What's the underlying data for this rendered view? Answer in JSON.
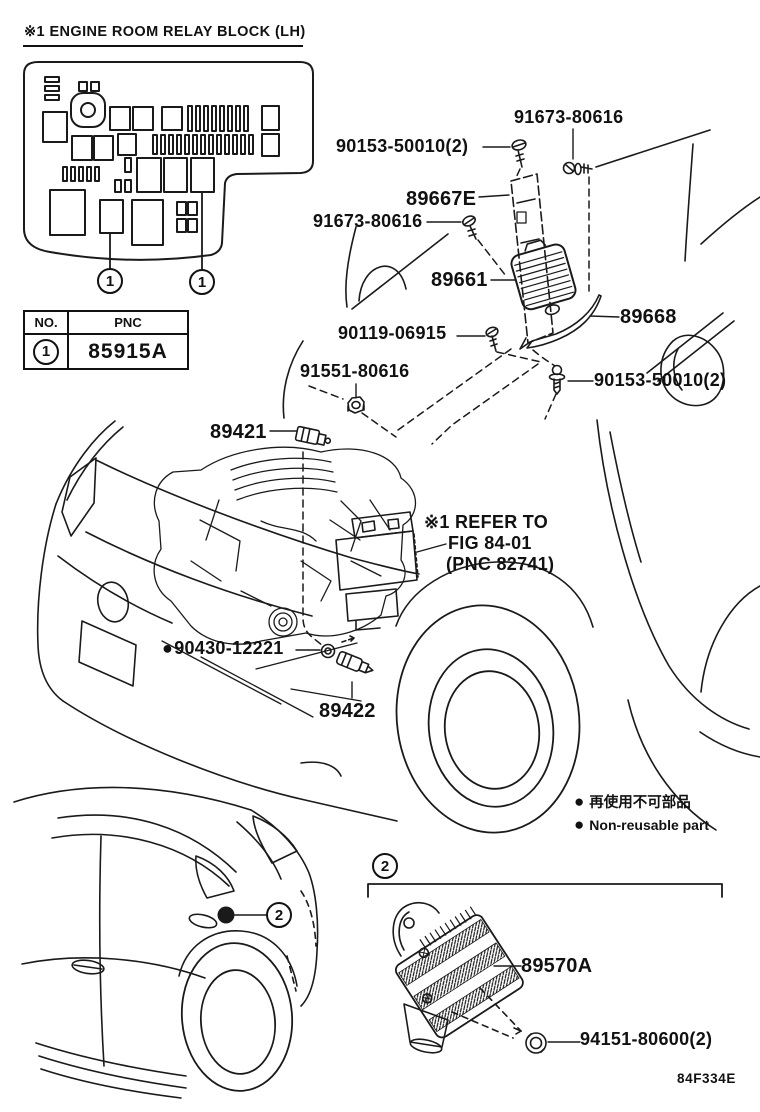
{
  "page": {
    "background": "#ffffff",
    "line_color": "#1a1a1a"
  },
  "title": {
    "text": "※1 ENGINE ROOM RELAY BLOCK (LH)"
  },
  "table": {
    "col_no": "NO.",
    "col_pnc": "PNC",
    "rows": [
      {
        "no": "1",
        "pnc": "85915A"
      }
    ]
  },
  "callouts": {
    "relay_left": "1",
    "relay_right": "1",
    "rear_car": "2",
    "variant": "2"
  },
  "labels": {
    "bolt_90153_left": "90153-50010(2)",
    "screw_91673_top": "91673-80616",
    "bracket_89667e": "89667E",
    "screw_91673_mid": "91673-80616",
    "ecu_89661": "89661",
    "support_89668": "89668",
    "screw_90119": "90119-06915",
    "bolt_90153_right": "90153-50010(2)",
    "nut_91551": "91551-80616",
    "sensor_89421": "89421",
    "washer_90430": "90430-12221",
    "sensor_89422": "89422",
    "resistor_89570a": "89570A",
    "nut_94151": "94151-80600(2)"
  },
  "refer_note": {
    "line1": "※1 REFER TO",
    "line2": "FIG 84-01",
    "line3": "(PNC 82741)"
  },
  "markers": {
    "non_reusable": "●"
  },
  "legend": {
    "jp": "再使用不可部品",
    "en": "Non-reusable part"
  },
  "diagram_code": "84F334E"
}
